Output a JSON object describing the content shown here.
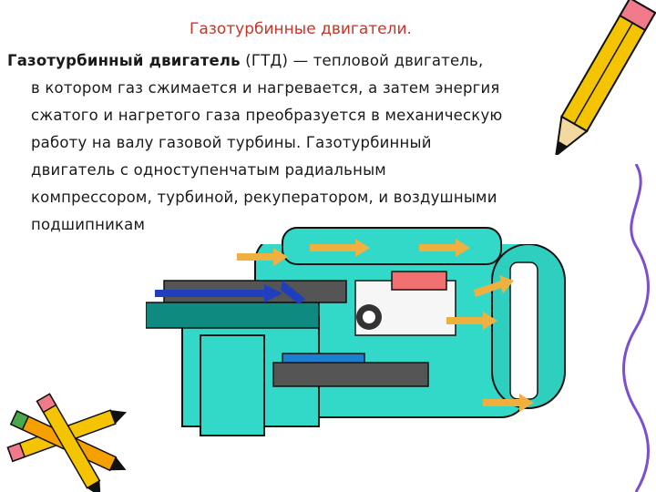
{
  "slide": {
    "title": "Газотурбинные двигатели.",
    "paragraph": {
      "term": "Газотурбинный двигатель",
      "line1_rest": " (ГТД) — тепловой двигатель,",
      "line2": "в котором газ сжимается и нагревается, а затем энергия",
      "line3": "сжатого и нагретого газа преобразуется в механическую",
      "line4": "работу на валу газовой турбины. Газотурбинный",
      "line5": "двигатель с одноступенчатым радиальным",
      "line6": "компрессором, турбиной, рекуператором, и воздушными",
      "line7": "подшипниками."
    },
    "colors": {
      "title": "#c0392b",
      "engine_body": "#33d9c8",
      "engine_dark": "#0e8a80",
      "arrow_blue": "#1f3fbf",
      "arrow_orange": "#f0b040",
      "pencil_yellow": "#f5c400",
      "pencil_pink": "#f07a8a",
      "squiggle": "#7b4fd1"
    },
    "icons": [
      "pencil-icon",
      "pencils-bundle-icon",
      "squiggle-line-icon",
      "engine-illustration"
    ]
  }
}
